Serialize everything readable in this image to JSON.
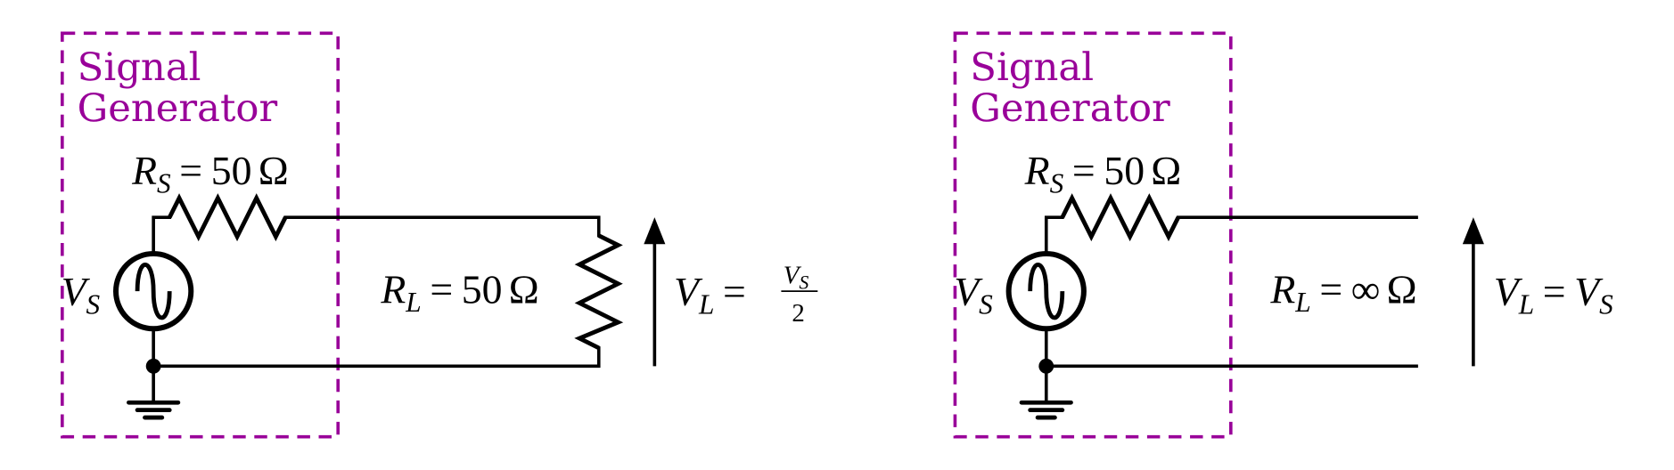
{
  "colors": {
    "box": "#990099",
    "wire": "#000000"
  },
  "circuits": [
    {
      "box_label_line1": "Signal",
      "box_label_line2": "Generator",
      "source": {
        "symbol": "V",
        "sub": "S"
      },
      "rs": {
        "symbol": "R",
        "sub": "S",
        "eq": "=",
        "value": "50",
        "unit": "Ω"
      },
      "rl": {
        "symbol": "R",
        "sub": "L",
        "eq": "=",
        "value": "50",
        "unit": "Ω"
      },
      "vl": {
        "symbol": "V",
        "sub": "L",
        "eq": "=",
        "num": "V",
        "num_sub": "S",
        "den": "2"
      }
    },
    {
      "box_label_line1": "Signal",
      "box_label_line2": "Generator",
      "source": {
        "symbol": "V",
        "sub": "S"
      },
      "rs": {
        "symbol": "R",
        "sub": "S",
        "eq": "=",
        "value": "50",
        "unit": "Ω"
      },
      "rl": {
        "symbol": "R",
        "sub": "L",
        "eq": "=",
        "value": "∞",
        "unit": "Ω"
      },
      "vl": {
        "symbol": "V",
        "sub": "L",
        "eq": "=",
        "rhs": "V",
        "rhs_sub": "S"
      }
    }
  ]
}
